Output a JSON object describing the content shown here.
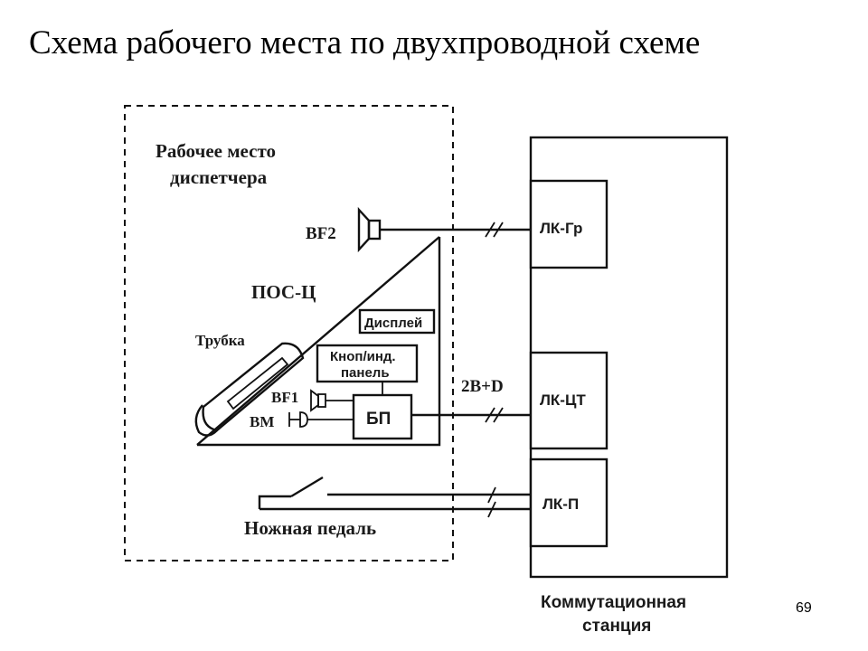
{
  "slide": {
    "title": "Схема рабочего места по двухпроводной схеме",
    "page_number": "69"
  },
  "diagram": {
    "workplace_label_line1": "Рабочее место",
    "workplace_label_line2": "диспетчера",
    "console_label": "ПОС-Ц",
    "handset_label": "Трубка",
    "display_label": "Дисплей",
    "keypad_label_line1": "Кноп/инд.",
    "keypad_label_line2": "панель",
    "loudspeaker_external_label": "BF2",
    "loudspeaker_internal_label": "BF1",
    "microphone_label": "ВМ",
    "power_unit_label": "БП",
    "channel_label": "2B+D",
    "foot_pedal_label": "Ножная педаль",
    "station_label_line1": "Коммутационная",
    "station_label_line2": "станция",
    "line_cards": [
      {
        "label": "ЛК-Гр"
      },
      {
        "label": "ЛК-ЦТ"
      },
      {
        "label": "ЛК-П"
      }
    ]
  }
}
